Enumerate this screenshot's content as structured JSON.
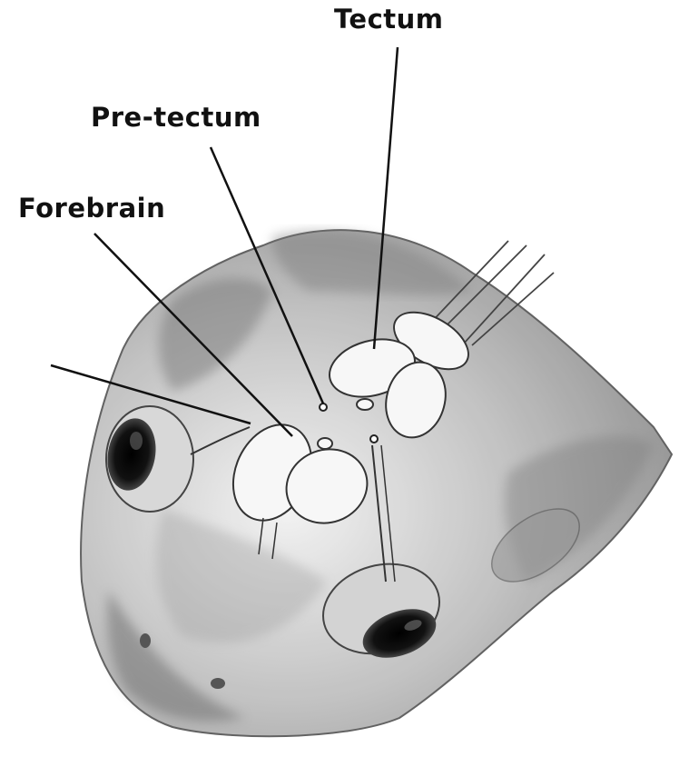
{
  "labels": {
    "tectum": "Tectum",
    "pretectum": "Pre-tectum",
    "forebrain": "Forebrain"
  },
  "colors": {
    "ink": "#111111",
    "shade": "#8a8a8a",
    "background": "#ffffff"
  }
}
